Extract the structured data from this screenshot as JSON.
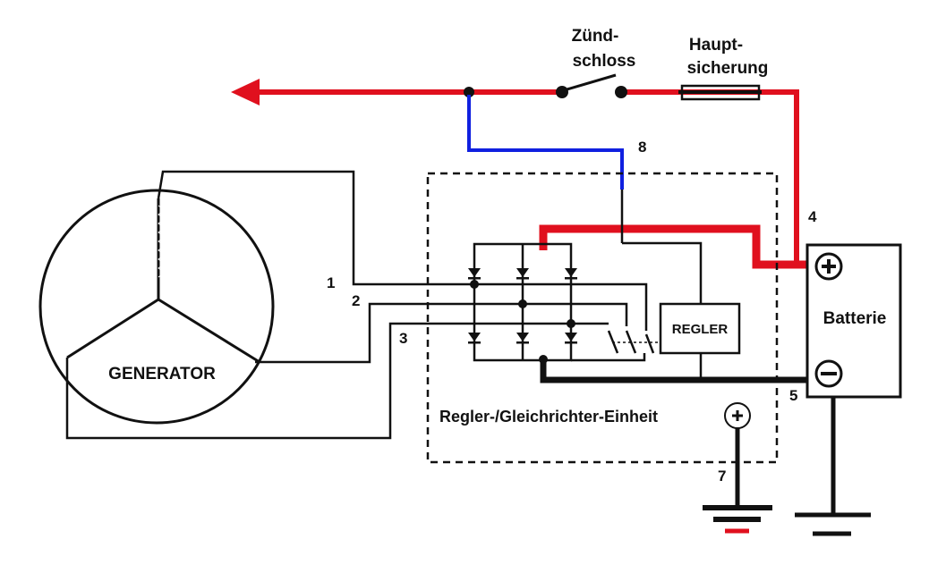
{
  "labels": {
    "ignition_line1": "Zünd-",
    "ignition_line2": "schloss",
    "fuse_line1": "Haupt-",
    "fuse_line2": "sicherung",
    "generator": "GENERATOR",
    "regulator": "REGLER",
    "battery": "Batterie",
    "unit": "Regler-/Gleichrichter-Einheit",
    "n1": "1",
    "n2": "2",
    "n3": "3",
    "n4": "4",
    "n5": "5",
    "n7": "7",
    "n8": "8"
  },
  "colors": {
    "positive_wire": "#e0101e",
    "ignition_wire": "#1020e0",
    "wire": "#111111"
  }
}
